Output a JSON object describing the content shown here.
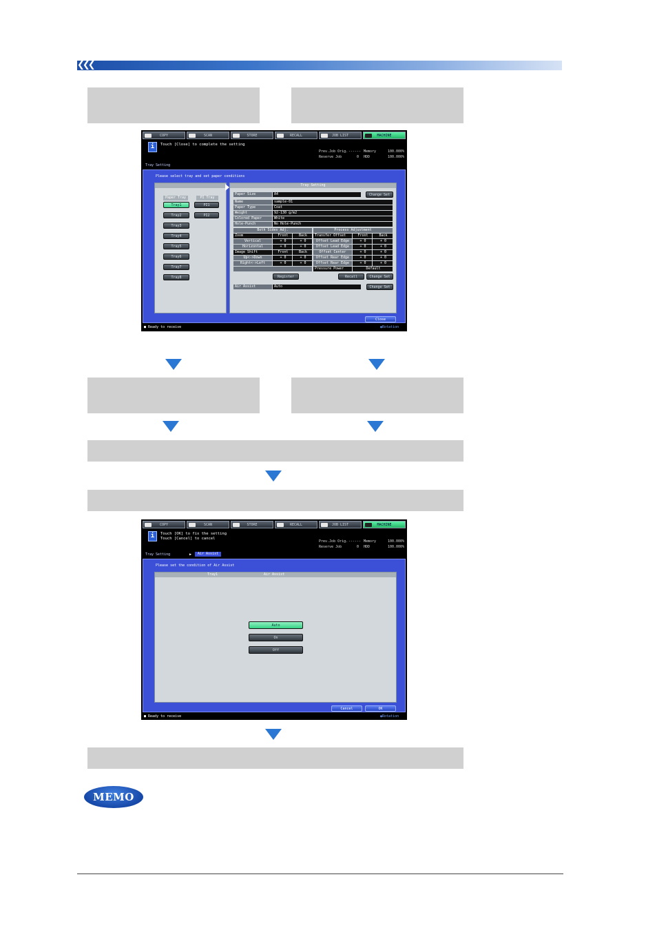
{
  "screen1": {
    "tabs": [
      "COPY",
      "SCAN",
      "STORE",
      "RECALL",
      "JOB LIST",
      "MACHINE"
    ],
    "message": "Touch [Close] to complete the setting",
    "status": {
      "prev_job_label": "Prev.Job Orig.",
      "prev_job_value": "------",
      "reserve_label": "Reserve Job",
      "reserve_value": "0",
      "memory_label": "Memory",
      "memory_value": "100.000%",
      "hdd_label": "HDD",
      "hdd_value": "100.000%"
    },
    "breadcrumb": "Tray Setting",
    "instruction": "Please select tray and set paper conditions",
    "paper_tray_label": "Paper Tray",
    "pi_tray_label": "PI Tray",
    "trays": [
      "Tray1",
      "Tray2",
      "Tray3",
      "Tray4",
      "Tray5",
      "Tray6",
      "Tray7",
      "Tray8"
    ],
    "pi_trays": [
      "PI1",
      "PI2"
    ],
    "tray_setting_header": "Tray Setting",
    "paper_size_label": "Paper Size",
    "paper_size_value": "A4",
    "change_set": "Change Set",
    "props": [
      {
        "k": "Name",
        "v": "sample-01"
      },
      {
        "k": "Paper Type",
        "v": "Coat"
      },
      {
        "k": "Weight",
        "v": "92-130 g/m2"
      },
      {
        "k": "Colored Paper",
        "v": "White"
      },
      {
        "k": "Hole-Punch",
        "v": "No Hole-Punch"
      }
    ],
    "both_sides_adj": "Both Sides Adj.",
    "process_adj": "Process Adjustment",
    "zoom": "Zoom",
    "front": "Front",
    "back": "Back",
    "vertical": "Vertical",
    "horizontal": "Horizontal",
    "image_shift": "Image Shift",
    "up_down": "Up<->Down",
    "right_left": "Right<->Left",
    "zero": "+ 0",
    "transfer_offset": "Transfer Offset",
    "offset_lead_edge": "Offset Lead Edge",
    "offset_center": "Offset Center",
    "offset_rear_edge": "Offset Rear Edge",
    "pressure_power": "Pressure Power",
    "default": "Default",
    "register": "Register",
    "recall": "Recall",
    "air_assist_label": "Air Assist",
    "air_assist_value": "Auto",
    "close": "Close",
    "ready": "Ready to receive",
    "rotation": "Rotation"
  },
  "screen2": {
    "tabs": [
      "COPY",
      "SCAN",
      "STORE",
      "RECALL",
      "JOB LIST",
      "MACHINE"
    ],
    "message": "Touch [OK] to fix the setting\nTouch [Cancel] to cancel",
    "status": {
      "prev_job_label": "Prev.Job Orig.",
      "prev_job_value": "------",
      "reserve_label": "Reserve Job",
      "reserve_value": "0",
      "memory_label": "Memory",
      "memory_value": "100.000%",
      "hdd_label": "HDD",
      "hdd_value": "100.000%"
    },
    "breadcrumb1": "Tray Setting",
    "breadcrumb2": "Air Assist",
    "instruction": "Please set the condition of Air Assist",
    "col_tray": "Tray1",
    "col_air": "Air Assist",
    "options": [
      "Auto",
      "On",
      "Off"
    ],
    "cancel": "Cancel",
    "ok": "OK",
    "ready": "Ready to receive",
    "rotation": "Rotation"
  },
  "colors": {
    "accent_blue": "#3b50d6",
    "selected_green": "#38d287",
    "arrow_blue": "#2b78d4",
    "box_gray": "#d0d0d0"
  }
}
